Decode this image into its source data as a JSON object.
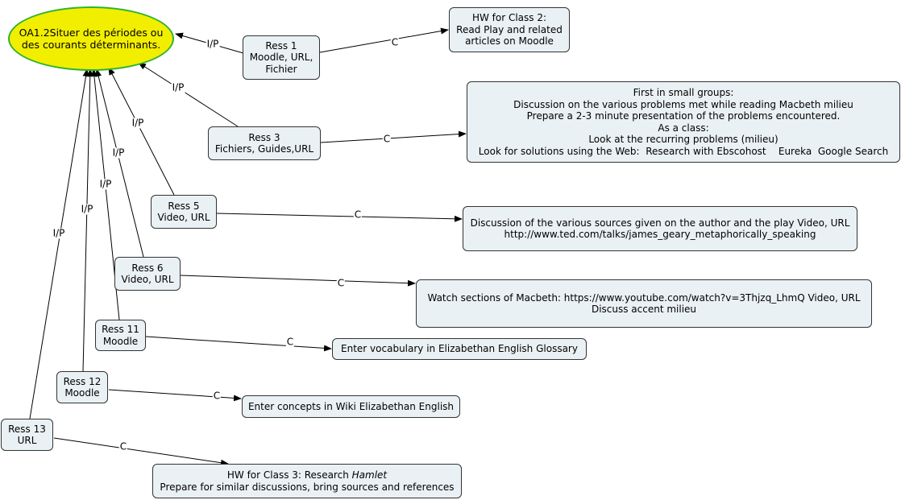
{
  "root": {
    "line1": "OA1.2Situer des périodes ou",
    "line2": "des courants déterminants."
  },
  "resources": [
    {
      "l1": "Ress 1",
      "l2": "Moodle, URL,",
      "l3": "Fichier"
    },
    {
      "l1": "Ress 3",
      "l2": "Fichiers, Guides,URL"
    },
    {
      "l1": "Ress 5",
      "l2": "Video, URL"
    },
    {
      "l1": "Ress 6",
      "l2": "Video, URL"
    },
    {
      "l1": "Ress 11",
      "l2": "Moodle"
    },
    {
      "l1": "Ress 12",
      "l2": "Moodle"
    },
    {
      "l1": "Ress 13",
      "l2": "URL"
    }
  ],
  "activities": {
    "hw2": {
      "l1": "HW for Class 2:",
      "l2": "Read Play and related",
      "l3": "articles on Moodle"
    },
    "groups": {
      "l1": "First in small groups:",
      "l2": "Discussion on the various problems met while reading Macbeth milieu",
      "l3": "Prepare a 2-3 minute presentation of the problems encountered.",
      "l4": "As a class:",
      "l5": "Look at the recurring problems (milieu)",
      "l6": "Look for solutions using the Web:  Research with Ebscohost    Eureka  Google Search"
    },
    "sources": {
      "l1": "Discussion of the various sources given on the author and the play Video, URL",
      "l2": "http://www.ted.com/talks/james_geary_metaphorically_speaking"
    },
    "watch": {
      "l1": "Watch sections of Macbeth: https://www.youtube.com/watch?v=3Thjzq_LhmQ Video, URL",
      "l2": "Discuss accent milieu"
    },
    "vocab": {
      "l1": "Enter vocabulary in Elizabethan English Glossary"
    },
    "wiki": {
      "l1": "Enter concepts in Wiki Elizabethan English"
    },
    "hw3": {
      "l1_prefix": "HW for Class 3: Research ",
      "l1_italic": "Hamlet",
      "l2": "Prepare for similar discussions, bring sources and references"
    }
  },
  "edge_labels": {
    "ip": "I/P",
    "c": "C"
  },
  "colors": {
    "root_fill": "#f2ee00",
    "root_border": "#2fb32f",
    "box_fill": "#eaf1f4",
    "box_border": "#333333",
    "line": "#000000"
  }
}
